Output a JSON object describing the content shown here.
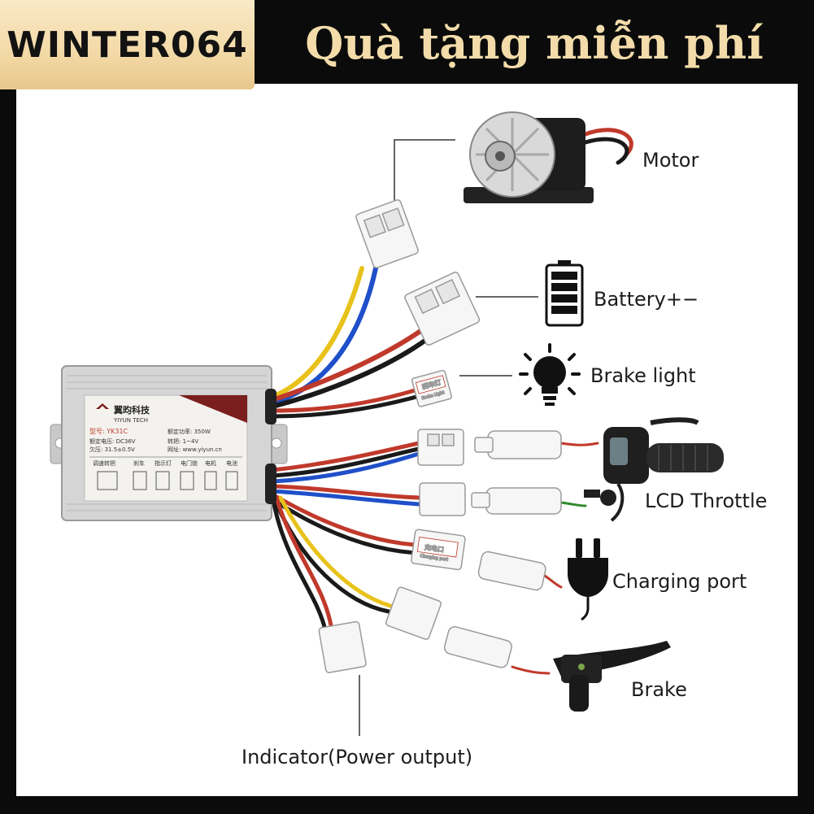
{
  "banner": {
    "code": "WINTER064",
    "promo": "Quà tặng miễn phí"
  },
  "controller": {
    "brand_cn": "翼昀科技",
    "brand_en": "YIYUN TECH",
    "model": "型号: YK31C",
    "rated_power": "额定功率: 350W",
    "rated_voltage": "额定电压: DC36V",
    "speed": "转把: 1~4V",
    "undervoltage": "欠压: 31.5±0.5V",
    "website": "网址: www.yiyun.cn",
    "ports": [
      "调速转把",
      "刹车",
      "指示灯",
      "电门锁",
      "电机",
      "电池"
    ]
  },
  "tags": {
    "brake_light_tag": "刹车灯",
    "brake_light_tag_en": "Brake Light",
    "charging_tag": "充电口",
    "charging_tag_en": "Charging port"
  },
  "labels": {
    "motor": "Motor",
    "battery": "Battery+−",
    "brake_light": "Brake light",
    "lcd_throttle": "LCD Throttle",
    "charging_port": "Charging port",
    "brake": "Brake",
    "indicator": "Indicator(Power output)"
  },
  "colors": {
    "badge_gold": "#f3d9a6",
    "promo_gold": "#f3dcaa",
    "wire_red": "#c0392b",
    "wire_blue": "#1f4fc9",
    "wire_yellow": "#e8c21a",
    "wire_black": "#1a1a1a"
  }
}
